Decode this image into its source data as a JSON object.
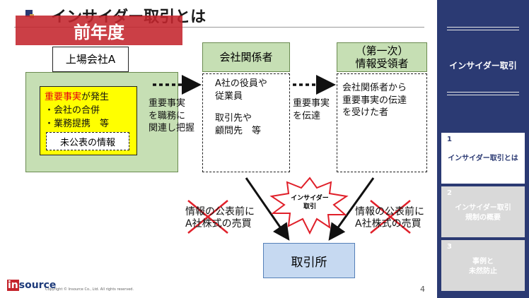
{
  "slide": {
    "title": "インサイダー取引とは",
    "banner": "前年度",
    "company": {
      "header": "上場会社A",
      "line1_red": "重要事実",
      "line1_rest": "が発生",
      "line2": "・会社の合併",
      "line3": "・業務提携　等",
      "unpublished": "未公表の情報"
    },
    "arrow1_label": [
      "重要事実",
      "を職務に",
      "関連し把握"
    ],
    "insiders": {
      "header": "会社関係者",
      "line1": "A社の役員や",
      "line2": "従業員",
      "line3": "取引先や",
      "line4": "顧問先　等"
    },
    "arrow2_label": [
      "重要事実",
      "を伝達"
    ],
    "recipients": {
      "header_line1": "（第一次）",
      "header_line2": "情報受領者",
      "line1": "会社関係者から",
      "line2": "重要事実の伝達",
      "line3": "を受けた者"
    },
    "burst": {
      "line1": "インサイダー",
      "line2": "取引"
    },
    "left_crossed": {
      "line1": "情報の公表前に",
      "line2": "A社株式の売買"
    },
    "right_crossed": {
      "line1": "情報の公表前に",
      "line2": "A社株式の売買"
    },
    "exchange": "取引所",
    "copyright": "Copyright © Insource Co., Ltd. All rights reserved.",
    "logo_prefix": "in",
    "logo_rest": "source",
    "page_number": "4"
  },
  "nav": {
    "title": "インサイダー取引",
    "items": [
      {
        "num": "1",
        "line1": "インサイダー取引とは",
        "line2": ""
      },
      {
        "num": "2",
        "line1": "インサイダー取引",
        "line2": "規制の概要"
      },
      {
        "num": "3",
        "line1": "事例と",
        "line2": "未然防止"
      }
    ]
  },
  "colors": {
    "banner": "#c4242c",
    "highlight_yellow": "#ffff00",
    "company_green": "#c6dfb4",
    "exchange_blue": "#c6d9f1",
    "nav_navy": "#2b3a73",
    "cross_red": "#e0202a"
  }
}
